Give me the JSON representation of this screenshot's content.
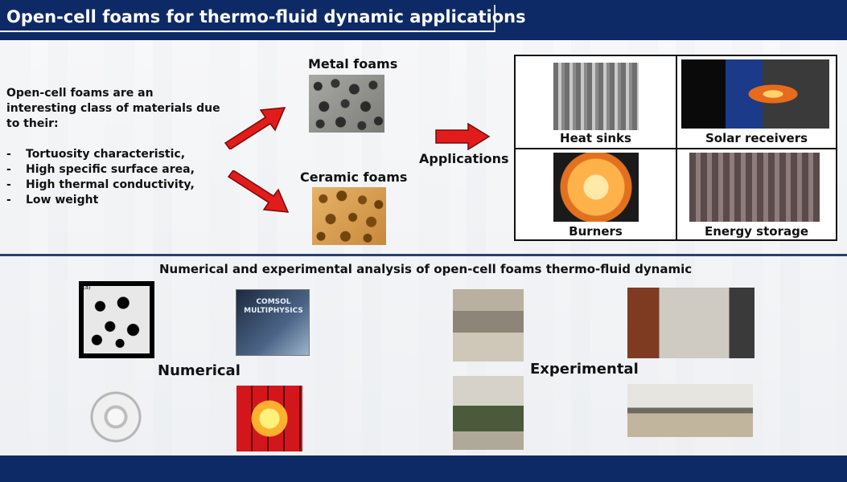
{
  "header": {
    "title": "Open-cell foams for thermo-fluid dynamic applications"
  },
  "intro": {
    "lead": "Open-cell foams are an interesting class of materials due to their:",
    "bullets": [
      "Tortuosity characteristic,",
      "High specific surface area,",
      "High thermal conductivity,",
      "Low weight"
    ],
    "bullet_marker": "-"
  },
  "foams": {
    "metal_label": "Metal foams",
    "ceramic_label": "Ceramic foams"
  },
  "applications": {
    "label": "Applications",
    "items": [
      {
        "label": "Heat sinks"
      },
      {
        "label": "Solar receivers"
      },
      {
        "label": "Burners"
      },
      {
        "label": "Energy storage"
      }
    ]
  },
  "analysis": {
    "title": "Numerical and experimental analysis of open-cell foams thermo-fluid dynamic",
    "numerical_label": "Numerical",
    "experimental_label": "Experimental",
    "figure_tag": "(a)",
    "comsol_text": "COMSOL MULTIPHYSICS"
  },
  "colors": {
    "header_bg": "#0e2a66",
    "arrow_red": "#e21b1b",
    "divider": "#2a3f6e"
  }
}
